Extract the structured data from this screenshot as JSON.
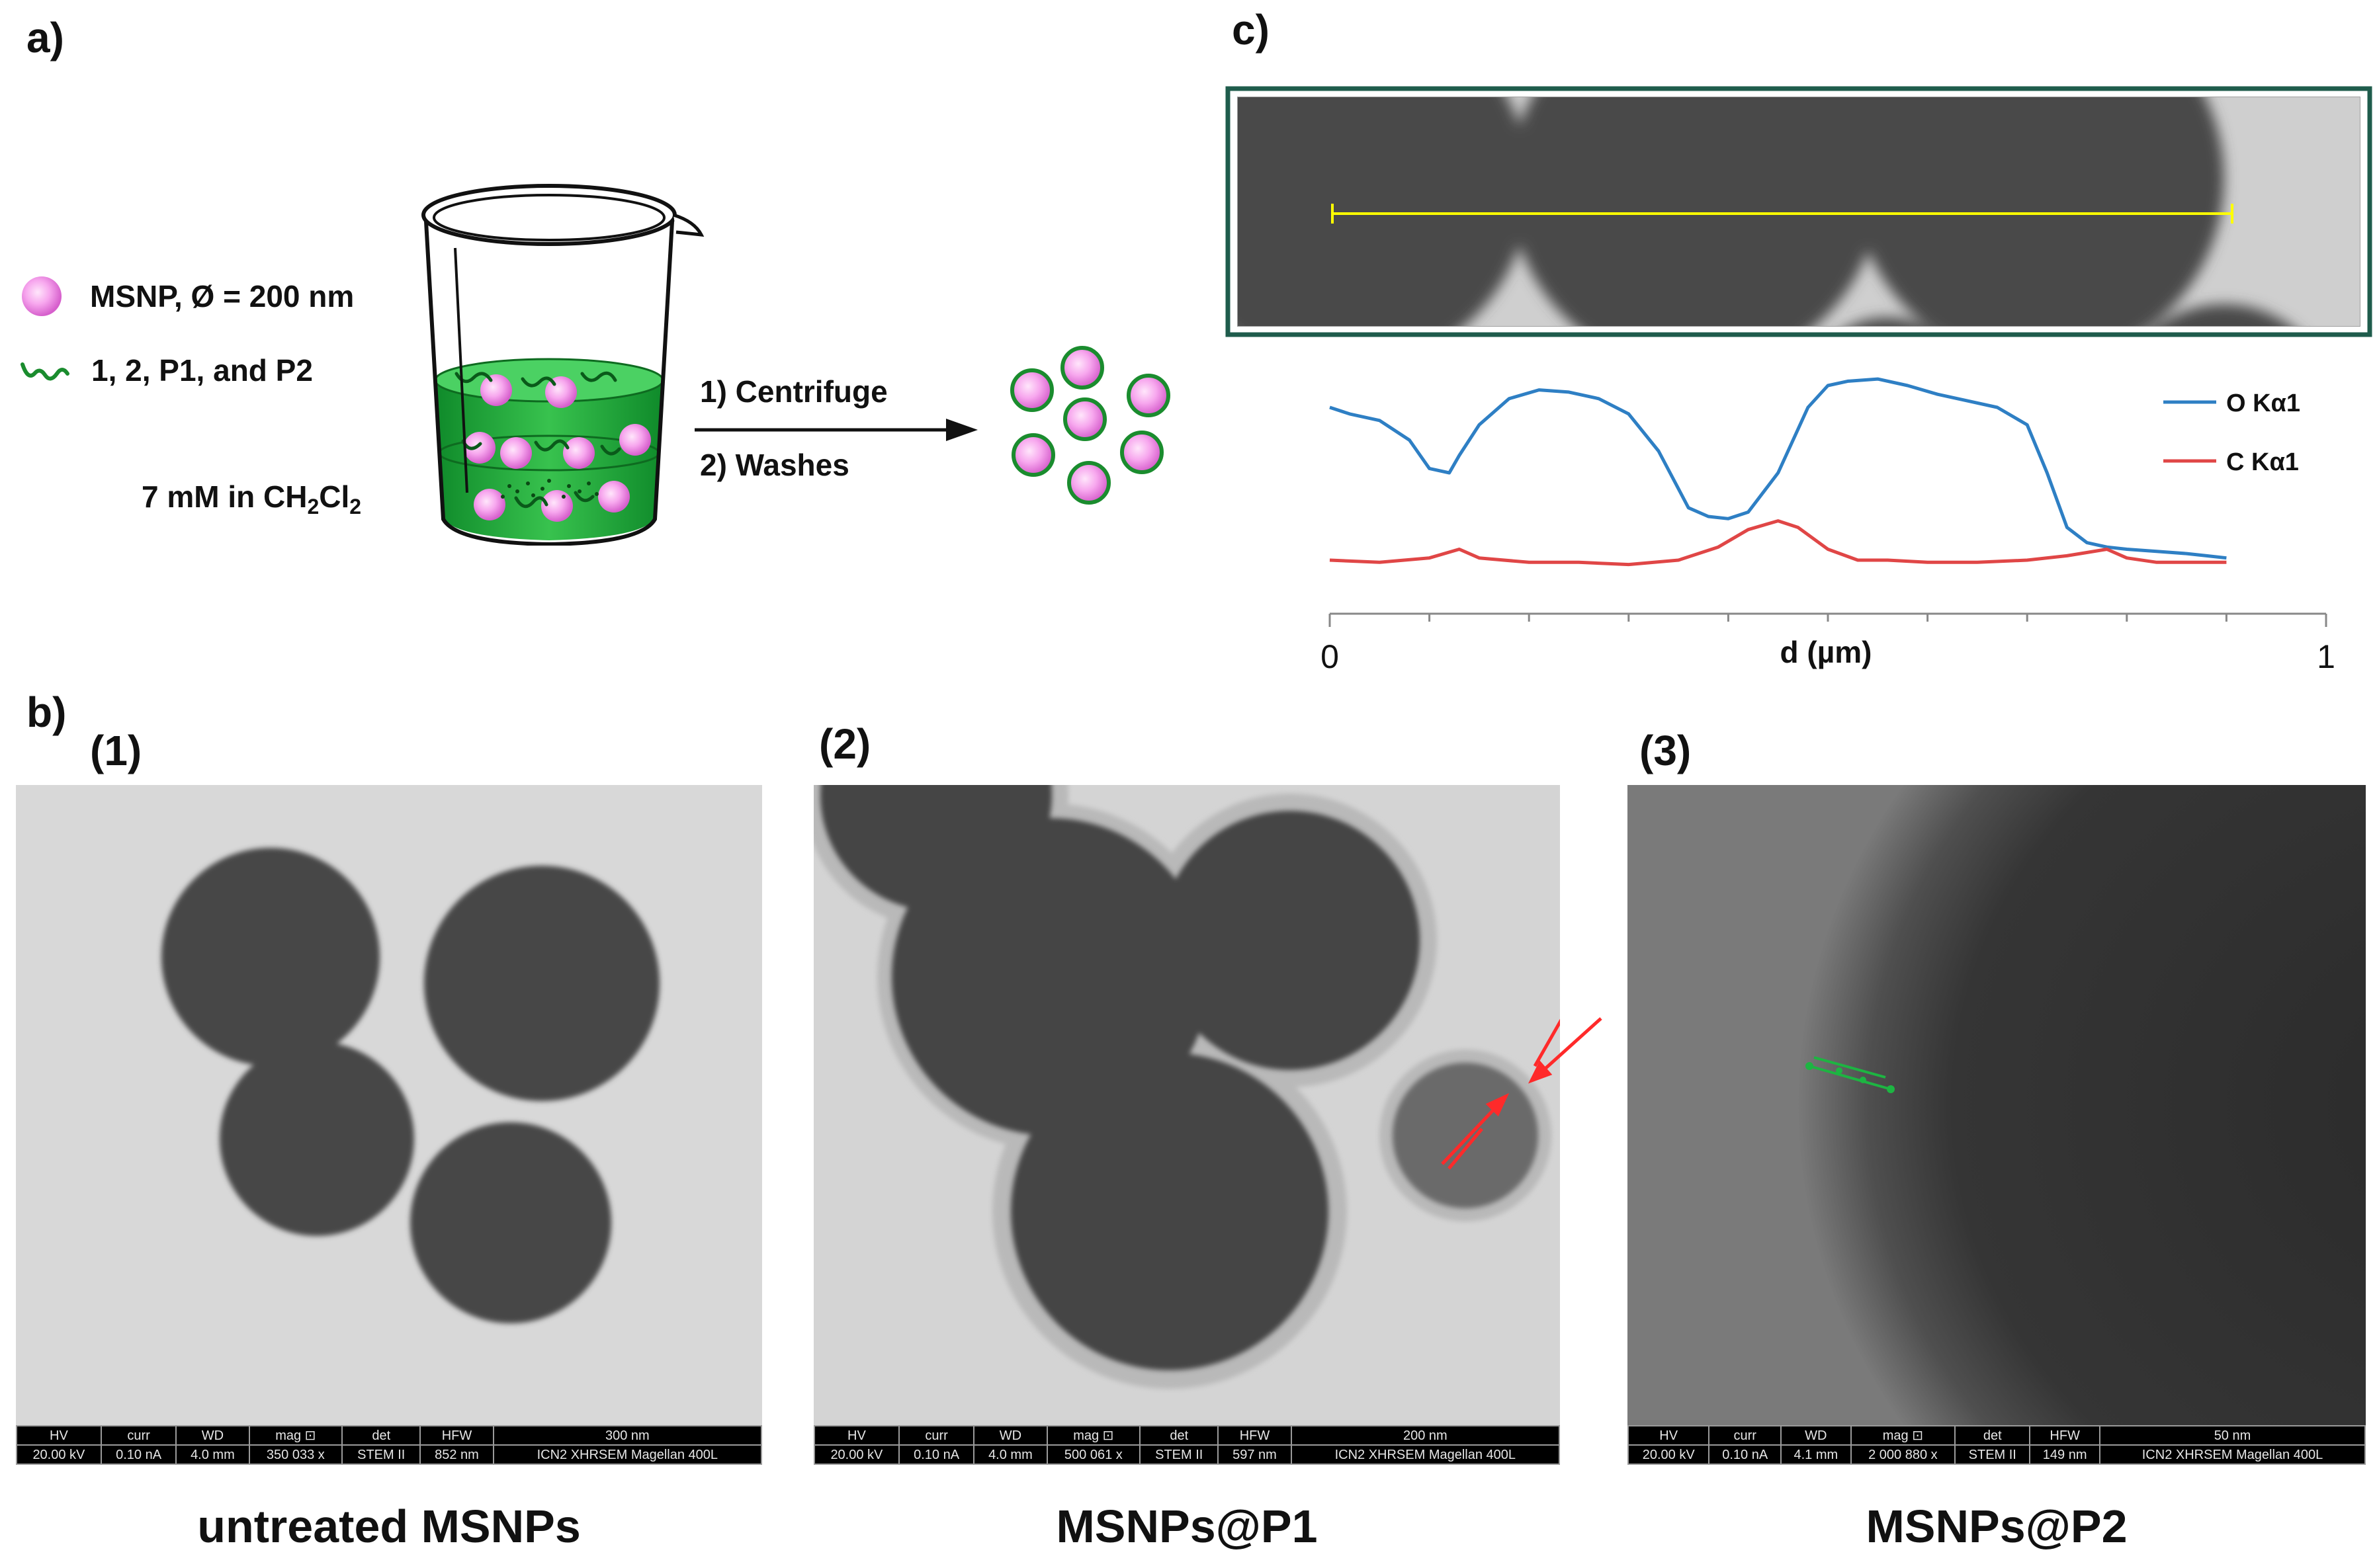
{
  "panel_a": {
    "label": "a)",
    "legend_msnp": "MSNP, Ø = 200 nm",
    "legend_molecules": "1, 2, P1, and P2",
    "concentration_prefix": "7 mM in CH",
    "concentration_sub1": "2",
    "concentration_mid": "Cl",
    "concentration_sub2": "2",
    "step1": "1) Centrifuge",
    "step2": "2) Washes"
  },
  "panel_b": {
    "label": "b)",
    "images": [
      {
        "label": "(1)",
        "caption": "untreated MSNPs",
        "infobar": {
          "headers": [
            "HV",
            "curr",
            "WD",
            "mag ⊡",
            "det",
            "HFW",
            "300 nm"
          ],
          "values": [
            "20.00 kV",
            "0.10 nA",
            "4.0 mm",
            "350 033 x",
            "STEM II",
            "852 nm",
            "ICN2 XHRSEM Magellan 400L"
          ]
        }
      },
      {
        "label": "(2)",
        "caption": "MSNPs@P1",
        "infobar": {
          "headers": [
            "HV",
            "curr",
            "WD",
            "mag ⊡",
            "det",
            "HFW",
            "200 nm"
          ],
          "values": [
            "20.00 kV",
            "0.10 nA",
            "4.0 mm",
            "500 061 x",
            "STEM II",
            "597 nm",
            "ICN2 XHRSEM Magellan 400L"
          ]
        }
      },
      {
        "label": "(3)",
        "caption": "MSNPs@P2",
        "infobar": {
          "headers": [
            "HV",
            "curr",
            "WD",
            "mag ⊡",
            "det",
            "HFW",
            "50 nm"
          ],
          "values": [
            "20.00 kV",
            "0.10 nA",
            "4.1 mm",
            "2 000 880 x",
            "STEM II",
            "149 nm",
            "ICN2 XHRSEM Magellan 400L"
          ]
        }
      }
    ]
  },
  "panel_c": {
    "label": "c)",
    "colors": {
      "frame": "#1f5c4c",
      "scan_line": "#ffff00",
      "o_series": "#2e7fc4",
      "c_series": "#e04646"
    },
    "chart_data": {
      "type": "line",
      "xlabel": "d (µm)",
      "x_ticks": [
        "0",
        "1"
      ],
      "xlim": [
        0,
        1
      ],
      "series": [
        {
          "name": "O Kα1",
          "color": "#2e7fc4",
          "x": [
            0,
            0.02,
            0.05,
            0.08,
            0.1,
            0.12,
            0.13,
            0.15,
            0.18,
            0.21,
            0.24,
            0.27,
            0.3,
            0.33,
            0.36,
            0.38,
            0.4,
            0.42,
            0.45,
            0.48,
            0.5,
            0.52,
            0.55,
            0.58,
            0.61,
            0.64,
            0.67,
            0.7,
            0.72,
            0.74,
            0.76,
            0.78,
            0.8,
            0.83,
            0.86,
            0.88,
            0.9
          ],
          "y": [
            0.8,
            0.77,
            0.74,
            0.65,
            0.52,
            0.5,
            0.58,
            0.72,
            0.84,
            0.88,
            0.87,
            0.84,
            0.77,
            0.6,
            0.34,
            0.3,
            0.29,
            0.32,
            0.5,
            0.8,
            0.9,
            0.92,
            0.93,
            0.9,
            0.86,
            0.83,
            0.8,
            0.72,
            0.5,
            0.25,
            0.18,
            0.16,
            0.15,
            0.14,
            0.13,
            0.12,
            0.11
          ]
        },
        {
          "name": "C Kα1",
          "color": "#e04646",
          "x": [
            0,
            0.05,
            0.1,
            0.13,
            0.15,
            0.2,
            0.25,
            0.3,
            0.35,
            0.39,
            0.42,
            0.45,
            0.47,
            0.5,
            0.53,
            0.56,
            0.6,
            0.65,
            0.7,
            0.74,
            0.78,
            0.8,
            0.83,
            0.86,
            0.9
          ],
          "y": [
            0.1,
            0.09,
            0.11,
            0.15,
            0.11,
            0.09,
            0.09,
            0.08,
            0.1,
            0.16,
            0.24,
            0.28,
            0.25,
            0.15,
            0.1,
            0.1,
            0.09,
            0.09,
            0.1,
            0.12,
            0.15,
            0.11,
            0.09,
            0.09,
            0.09
          ]
        }
      ]
    }
  }
}
